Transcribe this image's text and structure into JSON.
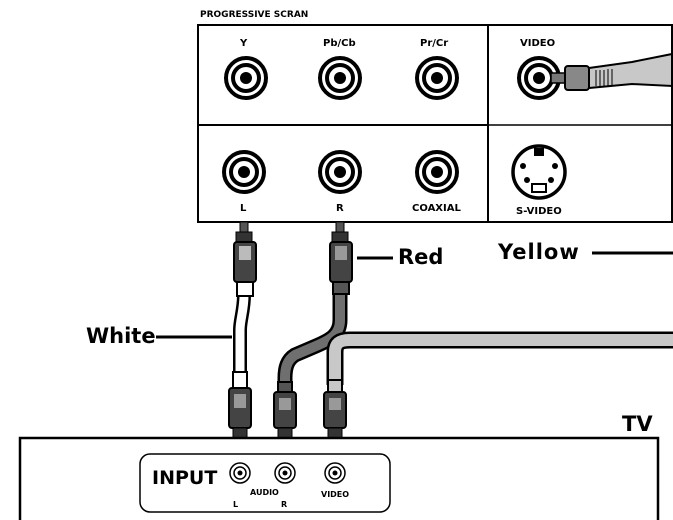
{
  "player_panel": {
    "header": "PROGRESSIVE SCRAN",
    "jacks_top": [
      "Y",
      "Pb/Cb",
      "Pr/Cr"
    ],
    "video_label": "VIDEO",
    "jacks_bottom": [
      "L",
      "R",
      "COAXIAL"
    ],
    "svideo_label": "S-VIDEO"
  },
  "cables": {
    "white": "White",
    "red": "Red",
    "yellow": "Yellow"
  },
  "tv": {
    "title": "TV",
    "input_label": "INPUT",
    "audio_label": "AUDIO",
    "left_label": "L",
    "right_label": "R",
    "video_label": "VIDEO"
  },
  "colors": {
    "white_cable": "#ffffff",
    "red_cable": "#6f6f6f",
    "yellow_cable": "#c8c8c8"
  }
}
